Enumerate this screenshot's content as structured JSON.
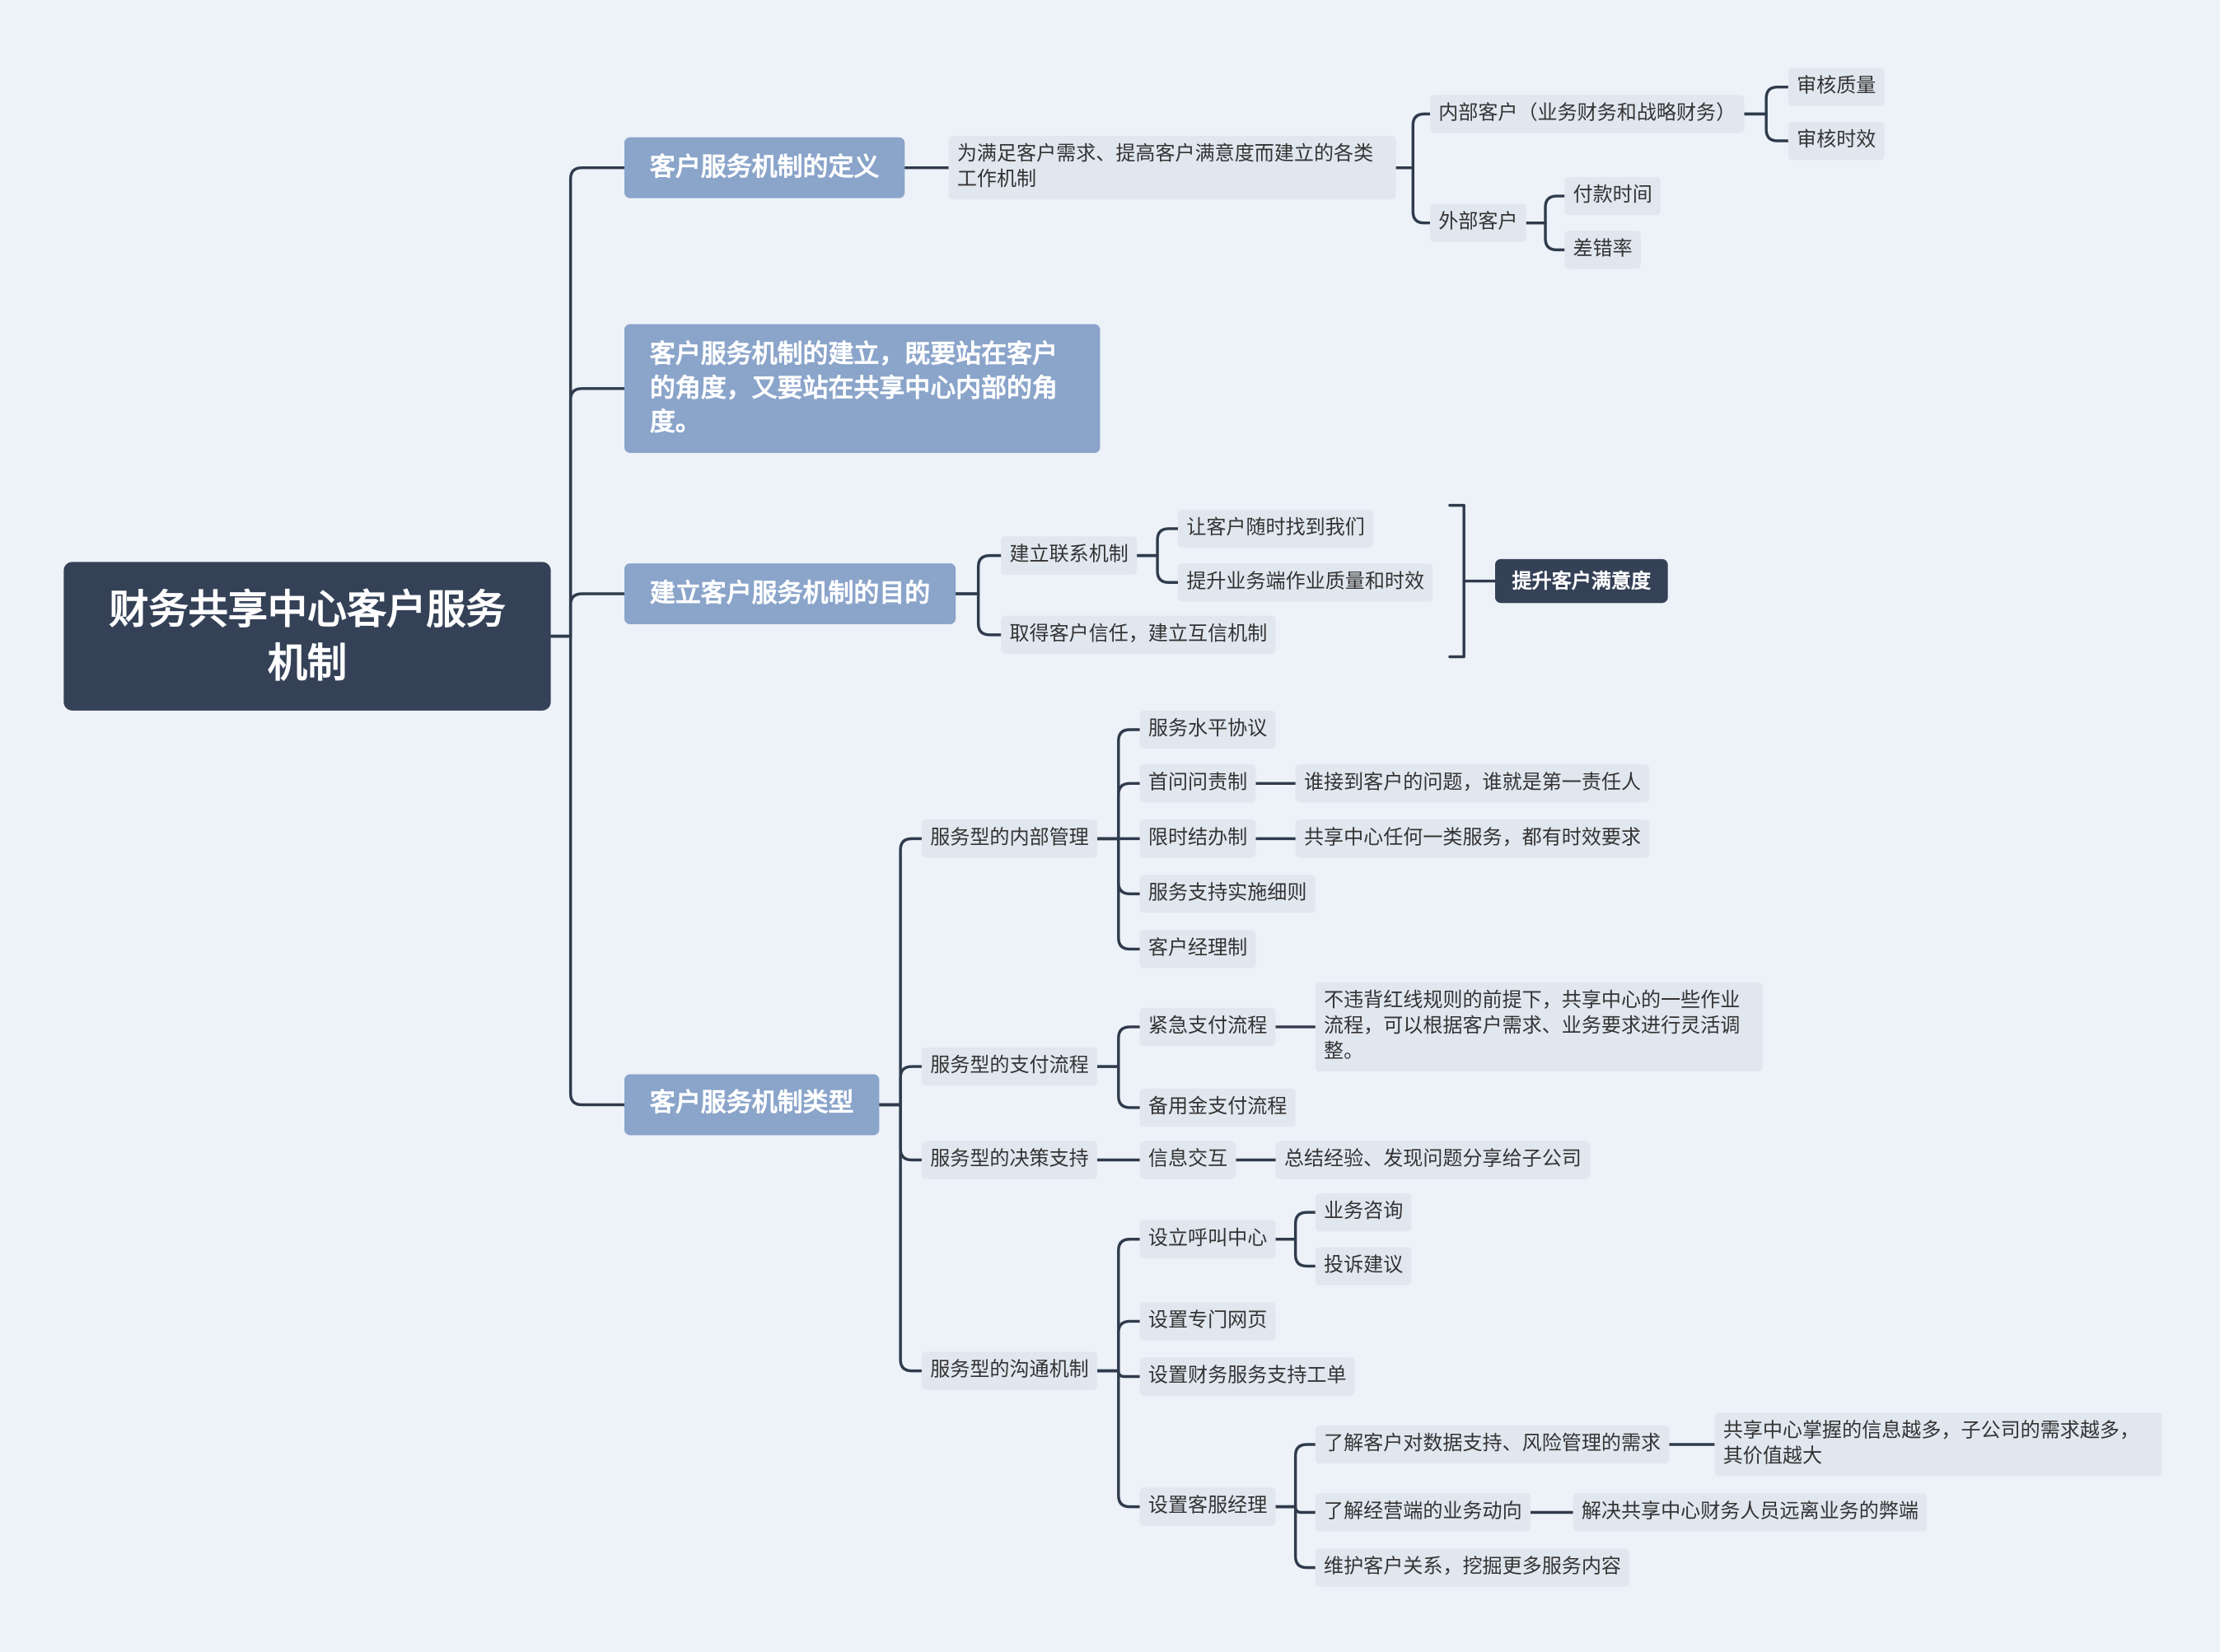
{
  "central_topic": "财务共享中心客户服务机制",
  "branches": [
    {
      "label": "客户服务机制的定义",
      "children": [
        {
          "label": "为满足客户需求、提高客户满意度而建立的各类工作机制",
          "children": [
            {
              "label": "内部客户（业务财务和战略财务）",
              "children": [
                {
                  "label": "审核质量"
                },
                {
                  "label": "审核时效"
                }
              ]
            },
            {
              "label": "外部客户",
              "children": [
                {
                  "label": "付款时间"
                },
                {
                  "label": "差错率"
                }
              ]
            }
          ]
        }
      ]
    },
    {
      "label": "客户服务机制的建立，既要站在客户的角度，又要站在共享中心内部的角度。"
    },
    {
      "label": "建立客户服务机制的目的",
      "children": [
        {
          "label": "建立联系机制",
          "children": [
            {
              "label": "让客户随时找到我们"
            },
            {
              "label": "提升业务端作业质量和时效"
            }
          ]
        },
        {
          "label": "取得客户信任，建立互信机制"
        }
      ],
      "summary": "提升客户满意度"
    },
    {
      "label": "客户服务机制类型",
      "children": [
        {
          "label": "服务型的内部管理",
          "children": [
            {
              "label": "服务水平协议"
            },
            {
              "label": "首问问责制",
              "children": [
                {
                  "label": "谁接到客户的问题，谁就是第一责任人"
                }
              ]
            },
            {
              "label": "限时结办制",
              "children": [
                {
                  "label": "共享中心任何一类服务，都有时效要求"
                }
              ]
            },
            {
              "label": "服务支持实施细则"
            },
            {
              "label": "客户经理制"
            }
          ]
        },
        {
          "label": "服务型的支付流程",
          "children": [
            {
              "label": "紧急支付流程",
              "children": [
                {
                  "label": "不违背红线规则的前提下，共享中心的一些作业流程，可以根据客户需求、业务要求进行灵活调整。"
                }
              ]
            },
            {
              "label": "备用金支付流程"
            }
          ]
        },
        {
          "label": "服务型的决策支持",
          "children": [
            {
              "label": "信息交互",
              "children": [
                {
                  "label": "总结经验、发现问题分享给子公司"
                }
              ]
            }
          ]
        },
        {
          "label": "服务型的沟通机制",
          "children": [
            {
              "label": "设立呼叫中心",
              "children": [
                {
                  "label": "业务咨询"
                },
                {
                  "label": "投诉建议"
                }
              ]
            },
            {
              "label": "设置专门网页"
            },
            {
              "label": "设置财务服务支持工单"
            },
            {
              "label": "设置客服经理",
              "children": [
                {
                  "label": "了解客户对数据支持、风险管理的需求",
                  "children": [
                    {
                      "label": "共享中心掌握的信息越多，子公司的需求越多，其价值越大"
                    }
                  ]
                },
                {
                  "label": "了解经营端的业务动向",
                  "children": [
                    {
                      "label": "解决共享中心财务人员远离业务的弊端"
                    }
                  ]
                },
                {
                  "label": "维护客户关系，挖掘更多服务内容"
                }
              ]
            }
          ]
        }
      ]
    }
  ],
  "colors": {
    "background": "#edf2f8",
    "central_topic": "#344157",
    "main_topic": "#8aa4ca",
    "subtopic": "#e1e7ef",
    "summary_topic": "#344157",
    "connector": "#2f3b4c",
    "text": "#333333"
  }
}
